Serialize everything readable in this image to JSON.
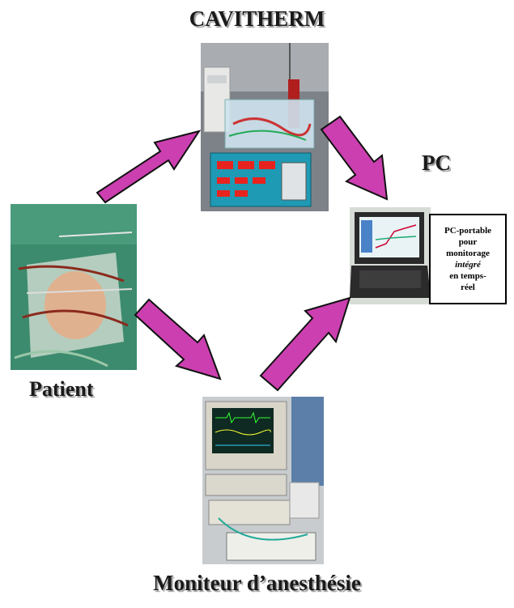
{
  "nodes": {
    "cavitherm": "CAVITHERM",
    "pc": "PC",
    "patient": "Patient",
    "moniteur": "Moniteur d’anesthésie"
  },
  "pc_caption": {
    "line1": "PC-portable",
    "line2": "pour",
    "line3": "monitorage",
    "line4": "intégré",
    "line5": "en temps-",
    "line6": "réel"
  },
  "arrows": [
    {
      "from": "patient",
      "to": "cavitherm"
    },
    {
      "from": "cavitherm",
      "to": "pc"
    },
    {
      "from": "patient",
      "to": "moniteur"
    },
    {
      "from": "moniteur",
      "to": "pc"
    }
  ],
  "colors": {
    "arrow_fill": "#cc3fb0",
    "arrow_stroke": "#111111",
    "patient_drape": "#3c8b6e",
    "device_panel": "#1f9ab4",
    "led_red": "#e8231e"
  }
}
